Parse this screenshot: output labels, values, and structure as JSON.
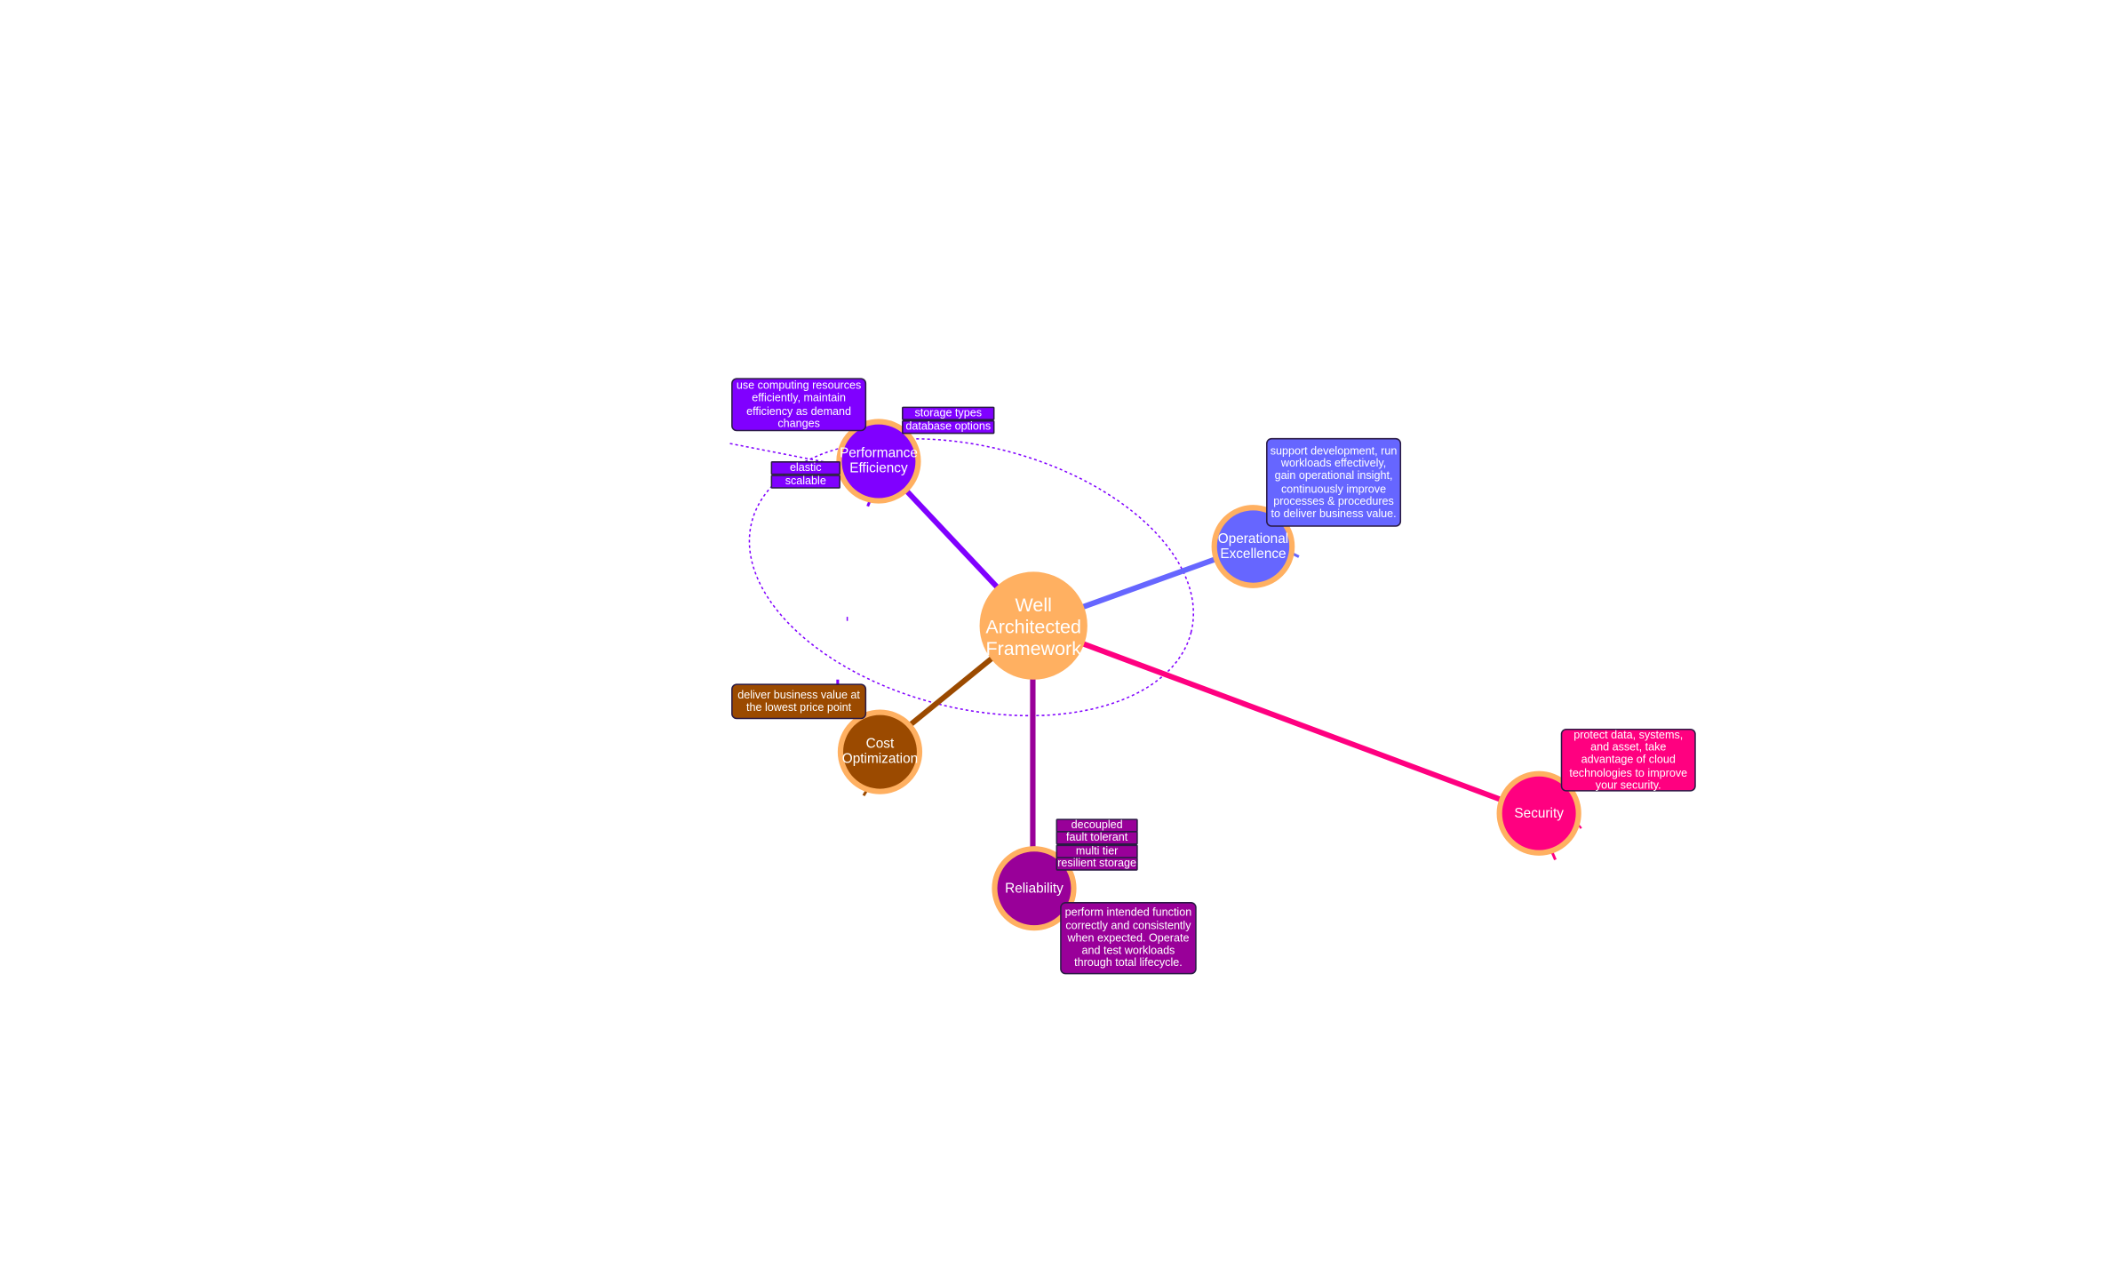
{
  "center": {
    "label_lines": [
      "Well",
      "Architected",
      "Framework"
    ],
    "color": "#ffb061"
  },
  "pillars": [
    {
      "id": "performance-efficiency",
      "label_lines": [
        "Performance",
        "Efficiency"
      ],
      "color": "#8000ff",
      "description": "use computing resources efficiently, maintain efficiency as demand changes",
      "tag_groups": [
        [
          "storage types",
          "database options"
        ],
        [
          "elastic",
          "scalable"
        ]
      ]
    },
    {
      "id": "operational-excellence",
      "label_lines": [
        "Operational",
        "Excellence"
      ],
      "color": "#6666ff",
      "description": "support development, run workloads effectively, gain operational insight, continuously improve processes & procedures to deliver business value.",
      "tag_groups": []
    },
    {
      "id": "cost-optimization",
      "label_lines": [
        "Cost",
        "Optimization"
      ],
      "color": "#9b4a00",
      "description": "deliver business value at the lowest price point",
      "tag_groups": []
    },
    {
      "id": "reliability",
      "label_lines": [
        "Reliability"
      ],
      "color": "#990099",
      "description": "perform intended function correctly and consistently when expected. Operate and test workloads through total lifecycle.",
      "tag_groups": [
        [
          "decoupled",
          "fault tolerant",
          "multi tier",
          "resilient storage"
        ]
      ]
    },
    {
      "id": "security",
      "label_lines": [
        "Security"
      ],
      "color": "#ff0080",
      "description": "protect data, systems, and asset, take advantage of cloud technologies to improve your security.",
      "tag_groups": []
    }
  ]
}
